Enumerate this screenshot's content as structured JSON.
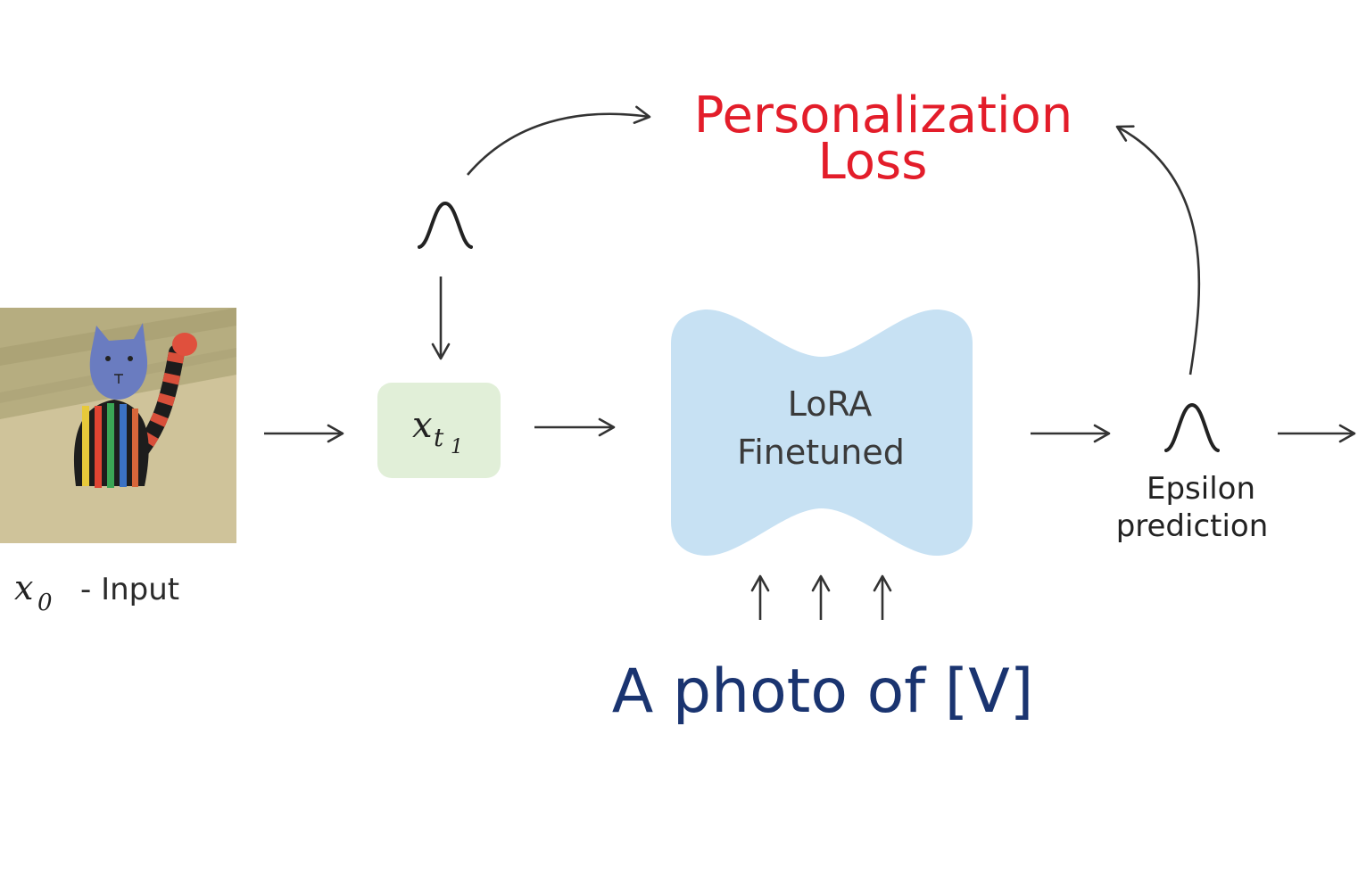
{
  "colors": {
    "loss_text": "#e31d2a",
    "prompt_text": "#1a3470",
    "label_text": "#2b2b2b",
    "noisy_box_fill": "#e1efd8",
    "unet_fill": "#c7e1f3",
    "arrow_stroke": "#333333"
  },
  "loss": {
    "line1": "Personalization",
    "line2": "Loss"
  },
  "input": {
    "symbol": "x",
    "subscript": "0",
    "label": "- Input",
    "image_alt": "painted striped wooden cat figurine"
  },
  "noisy": {
    "symbol": "x",
    "subscript_t": "t",
    "subscript_1": "1"
  },
  "unet": {
    "line1": "LoRA",
    "line2": "Finetuned"
  },
  "epsilon": {
    "line1": "Epsilon",
    "line2": "prediction"
  },
  "prompt": {
    "text": "A photo of [V]"
  },
  "icons": [
    "gaussian-curve-icon",
    "arrow-right-icon",
    "arrow-up-icon",
    "arrow-down-icon"
  ]
}
